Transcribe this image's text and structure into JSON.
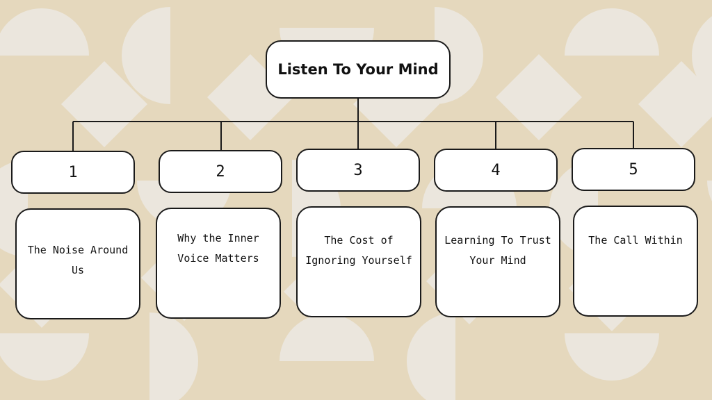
{
  "title": "Listen To Your Mind",
  "steps": [
    {
      "number": "1",
      "text": "The Noise Around Us"
    },
    {
      "number": "2",
      "text": "Why the Inner Voice Matters"
    },
    {
      "number": "3",
      "text": "The Cost of Ignoring Yourself"
    },
    {
      "number": "4",
      "text": "Learning To Trust Your Mind"
    },
    {
      "number": "5",
      "text": "The Call Within"
    }
  ],
  "colors": {
    "background": "#e5d8bd",
    "pattern": "#ebe6dd",
    "box_fill": "#ffffff",
    "outline": "#1a1a1a"
  }
}
